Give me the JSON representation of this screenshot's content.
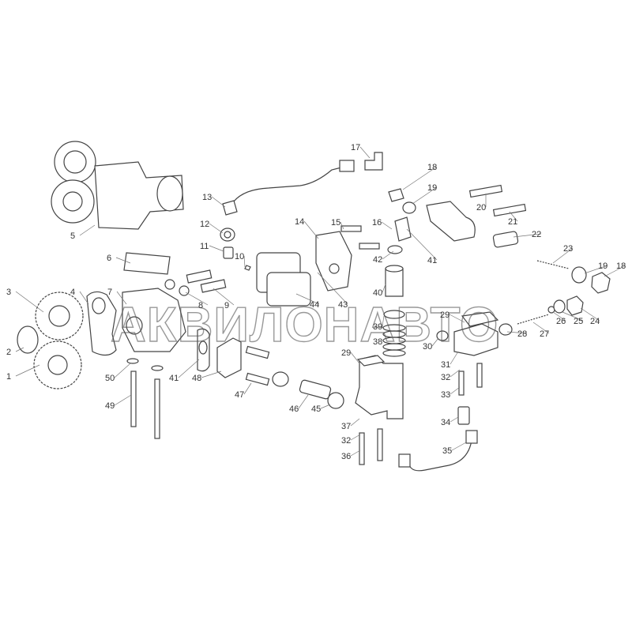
{
  "watermark": "АКВИЛОНАВТО",
  "callouts": [
    "17",
    "18",
    "19",
    "13",
    "20",
    "21",
    "12",
    "14",
    "15",
    "16",
    "22",
    "5",
    "11",
    "10",
    "42",
    "41",
    "6",
    "23",
    "19",
    "18",
    "3",
    "4",
    "7",
    "8",
    "9",
    "44",
    "43",
    "40",
    "24",
    "25",
    "26",
    "27",
    "28",
    "29",
    "39",
    "30",
    "38",
    "2",
    "29",
    "31",
    "1",
    "50",
    "41",
    "48",
    "32",
    "33",
    "47",
    "46",
    "45",
    "49",
    "34",
    "37",
    "32",
    "35",
    "36"
  ]
}
